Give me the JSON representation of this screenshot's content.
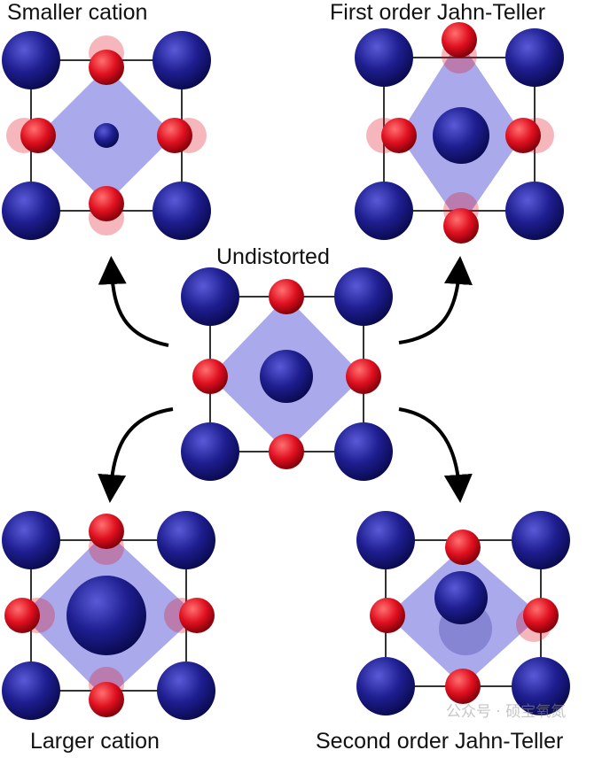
{
  "labels": {
    "smaller_cation": "Smaller cation",
    "first_order_jt": "First order Jahn-Teller",
    "undistorted": "Undistorted",
    "larger_cation": "Larger cation",
    "second_order_jt": "Second order Jahn-Teller"
  },
  "watermark": "公众号 · 硕宝氧氮",
  "colors": {
    "blue_atom": "#1c1c8c",
    "red_atom": "#e01020",
    "octahedron": "#8c8ce6"
  }
}
